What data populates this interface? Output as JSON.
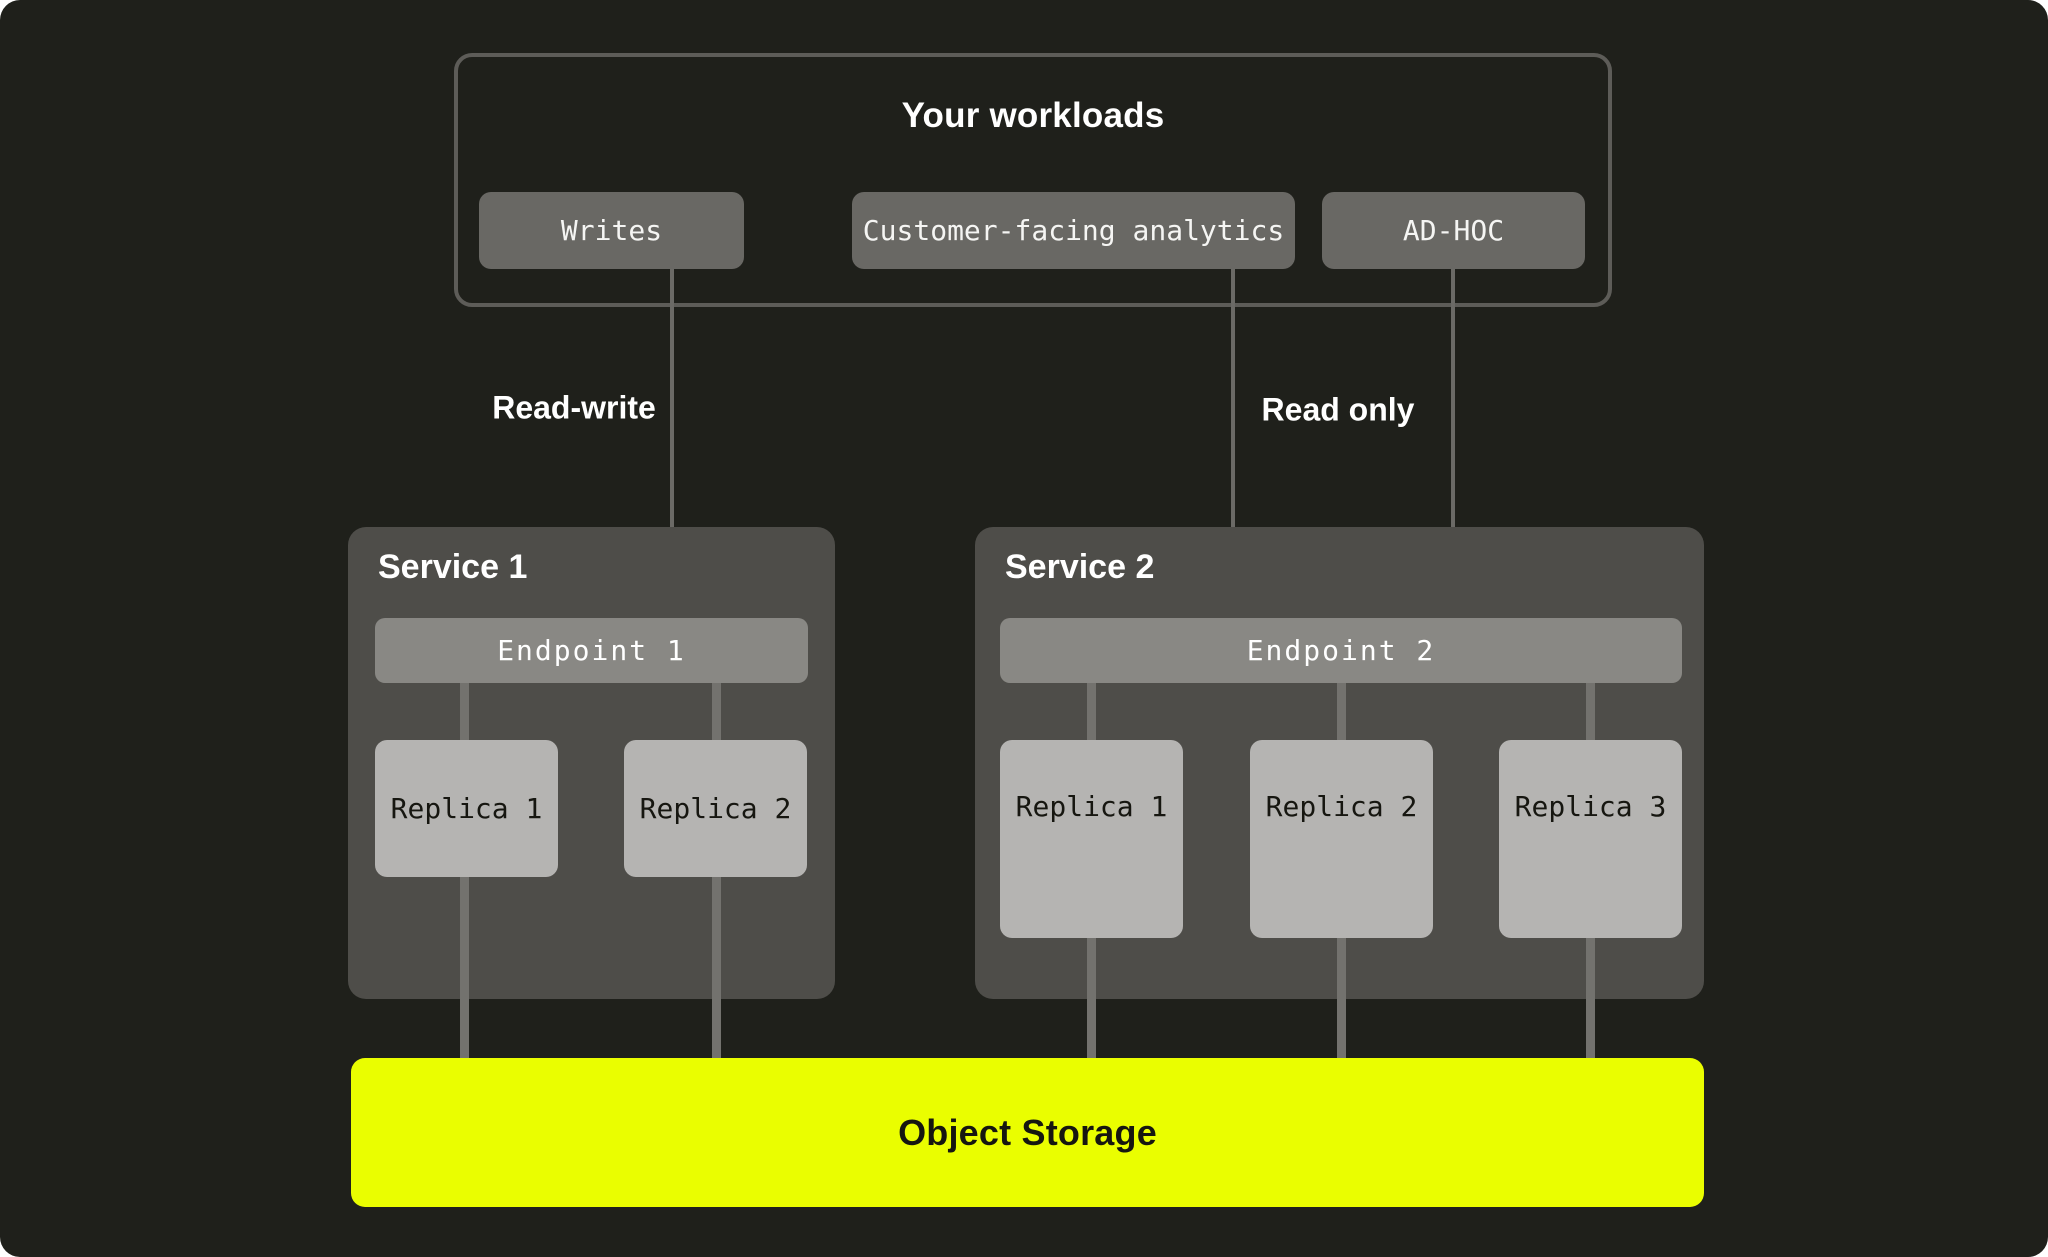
{
  "workloads": {
    "title": "Your workloads",
    "buttons": [
      {
        "label": "Writes"
      },
      {
        "label": "Customer-facing analytics"
      },
      {
        "label": "AD-HOC"
      }
    ]
  },
  "edges": {
    "read_write_label": "Read-write",
    "read_only_label": "Read only"
  },
  "services": [
    {
      "title": "Service 1",
      "endpoint": "Endpoint 1",
      "replicas": [
        "Replica 1",
        "Replica 2"
      ]
    },
    {
      "title": "Service 2",
      "endpoint": "Endpoint 2",
      "replicas": [
        "Replica 1",
        "Replica 2",
        "Replica 3"
      ]
    }
  ],
  "storage": {
    "label": "Object Storage"
  },
  "colors": {
    "canvas_background": "#1f201b",
    "workloads_border": "#5d5c58",
    "workload_chip": "#696864",
    "service_box": "#4e4d49",
    "endpoint_bar": "#898884",
    "replica_box": "#b5b4b2",
    "connector_line": "#73726e",
    "arrow_line": "#6b6a66",
    "object_storage": "#eafe00",
    "text_light": "#ffffff",
    "text_dark": "#161610"
  }
}
